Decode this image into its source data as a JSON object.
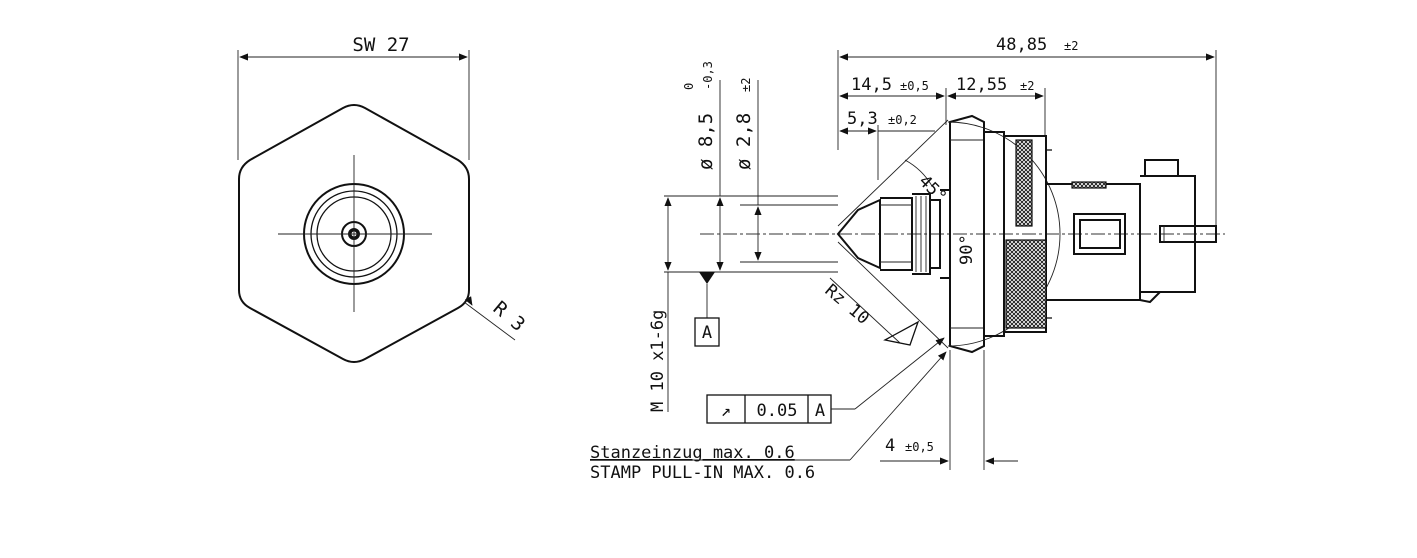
{
  "front_view": {
    "width_label": "SW 27",
    "radius_label": "R 3"
  },
  "side_view": {
    "overall_length": {
      "value": "48,85",
      "tol": "±2"
    },
    "seg_a": {
      "value": "14,5",
      "tol": "±0,5"
    },
    "seg_b": {
      "value": "12,55",
      "tol": "±2"
    },
    "seg_c": {
      "value": "5,3",
      "tol": "±0,2"
    },
    "dia_85": {
      "value": "ø 8,5",
      "tol_upper": "0",
      "tol_lower": "-0,3"
    },
    "dia_28": {
      "value": "ø 2,8",
      "tol": "±2"
    },
    "angle_45": "45°",
    "angle_90": "90°",
    "thread": "M 10 x1-6g",
    "roughness": "Rz 10",
    "datum": "A",
    "runout": {
      "symbol": "↗",
      "value": "0.05",
      "datum": "A"
    },
    "flange": {
      "value": "4",
      "tol": "±0,5"
    },
    "note_de": "Stanzeinzug max. 0.6",
    "note_en": "STAMP PULL-IN MAX. 0.6"
  }
}
